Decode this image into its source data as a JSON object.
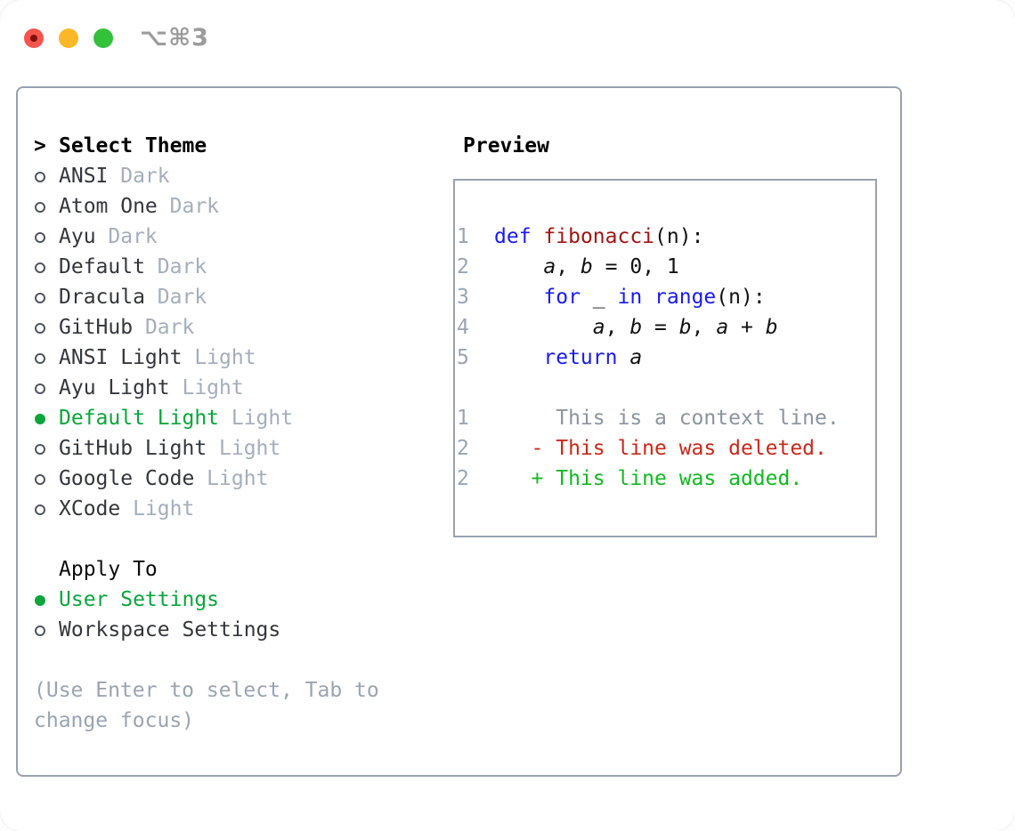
{
  "window": {
    "title": "⌥⌘3"
  },
  "colors": {
    "panel_border": "#98a2ae",
    "selection_green": "#0aa53c",
    "variant_tag_gray": "#a4aebb",
    "hint_gray": "#9aa4b0",
    "keyword_blue": "#1a1af0",
    "function_red": "#a01414",
    "deleted_red": "#c9281a",
    "added_green": "#12b822",
    "line_number_gray": "#9aa5b2",
    "context_gray": "#8b949e",
    "traffic_red": "#f4544c",
    "traffic_yellow": "#fbb826",
    "traffic_green": "#33c13a"
  },
  "theme_list": {
    "header_marker": ">",
    "header": "Select Theme",
    "items": [
      {
        "name": "ANSI",
        "tag": "Dark",
        "selected": false
      },
      {
        "name": "Atom One",
        "tag": "Dark",
        "selected": false
      },
      {
        "name": "Ayu",
        "tag": "Dark",
        "selected": false
      },
      {
        "name": "Default",
        "tag": "Dark",
        "selected": false
      },
      {
        "name": "Dracula",
        "tag": "Dark",
        "selected": false
      },
      {
        "name": "GitHub",
        "tag": "Dark",
        "selected": false
      },
      {
        "name": "ANSI Light",
        "tag": "Light",
        "selected": false
      },
      {
        "name": "Ayu Light",
        "tag": "Light",
        "selected": false
      },
      {
        "name": "Default Light",
        "tag": "Light",
        "selected": true
      },
      {
        "name": "GitHub Light",
        "tag": "Light",
        "selected": false
      },
      {
        "name": "Google Code",
        "tag": "Light",
        "selected": false
      },
      {
        "name": "XCode",
        "tag": "Light",
        "selected": false
      }
    ]
  },
  "apply_to": {
    "header": "Apply To",
    "options": [
      {
        "label": "User Settings",
        "selected": true
      },
      {
        "label": "Workspace Settings",
        "selected": false
      }
    ]
  },
  "hint": {
    "lines": [
      "(Use Enter to select, Tab to",
      "change focus)"
    ]
  },
  "preview": {
    "heading": "Preview",
    "code_lines": [
      {
        "num": "1",
        "segments": [
          {
            "text": "def",
            "style": "keyword"
          },
          {
            "text": " ",
            "style": "plain"
          },
          {
            "text": "fibonacci",
            "style": "function"
          },
          {
            "text": "(n):",
            "style": "plain"
          }
        ]
      },
      {
        "num": "2",
        "segments": [
          {
            "text": "    ",
            "style": "plain"
          },
          {
            "text": "a",
            "style": "variable"
          },
          {
            "text": ", ",
            "style": "plain"
          },
          {
            "text": "b",
            "style": "variable"
          },
          {
            "text": " = 0, 1",
            "style": "plain"
          }
        ]
      },
      {
        "num": "3",
        "segments": [
          {
            "text": "    ",
            "style": "plain"
          },
          {
            "text": "for",
            "style": "keyword"
          },
          {
            "text": " _ ",
            "style": "plain"
          },
          {
            "text": "in",
            "style": "keyword"
          },
          {
            "text": " ",
            "style": "plain"
          },
          {
            "text": "range",
            "style": "keyword"
          },
          {
            "text": "(n):",
            "style": "plain"
          }
        ]
      },
      {
        "num": "4",
        "segments": [
          {
            "text": "        ",
            "style": "plain"
          },
          {
            "text": "a",
            "style": "variable"
          },
          {
            "text": ", ",
            "style": "plain"
          },
          {
            "text": "b",
            "style": "variable"
          },
          {
            "text": " = ",
            "style": "plain"
          },
          {
            "text": "b",
            "style": "variable"
          },
          {
            "text": ", ",
            "style": "plain"
          },
          {
            "text": "a",
            "style": "variable"
          },
          {
            "text": " + ",
            "style": "plain"
          },
          {
            "text": "b",
            "style": "variable"
          }
        ]
      },
      {
        "num": "5",
        "segments": [
          {
            "text": "    ",
            "style": "plain"
          },
          {
            "text": "return",
            "style": "keyword"
          },
          {
            "text": " ",
            "style": "plain"
          },
          {
            "text": "a",
            "style": "variable"
          }
        ]
      },
      {
        "num": "",
        "segments": []
      },
      {
        "num": "1",
        "segments": [
          {
            "text": "     This is a context line.",
            "style": "context"
          }
        ]
      },
      {
        "num": "2",
        "segments": [
          {
            "text": "   ",
            "style": "plain"
          },
          {
            "text": "- This line was deleted.",
            "style": "deleted"
          }
        ]
      },
      {
        "num": "2",
        "segments": [
          {
            "text": "   ",
            "style": "plain"
          },
          {
            "text": "+ This line was added.",
            "style": "added"
          }
        ]
      }
    ]
  }
}
